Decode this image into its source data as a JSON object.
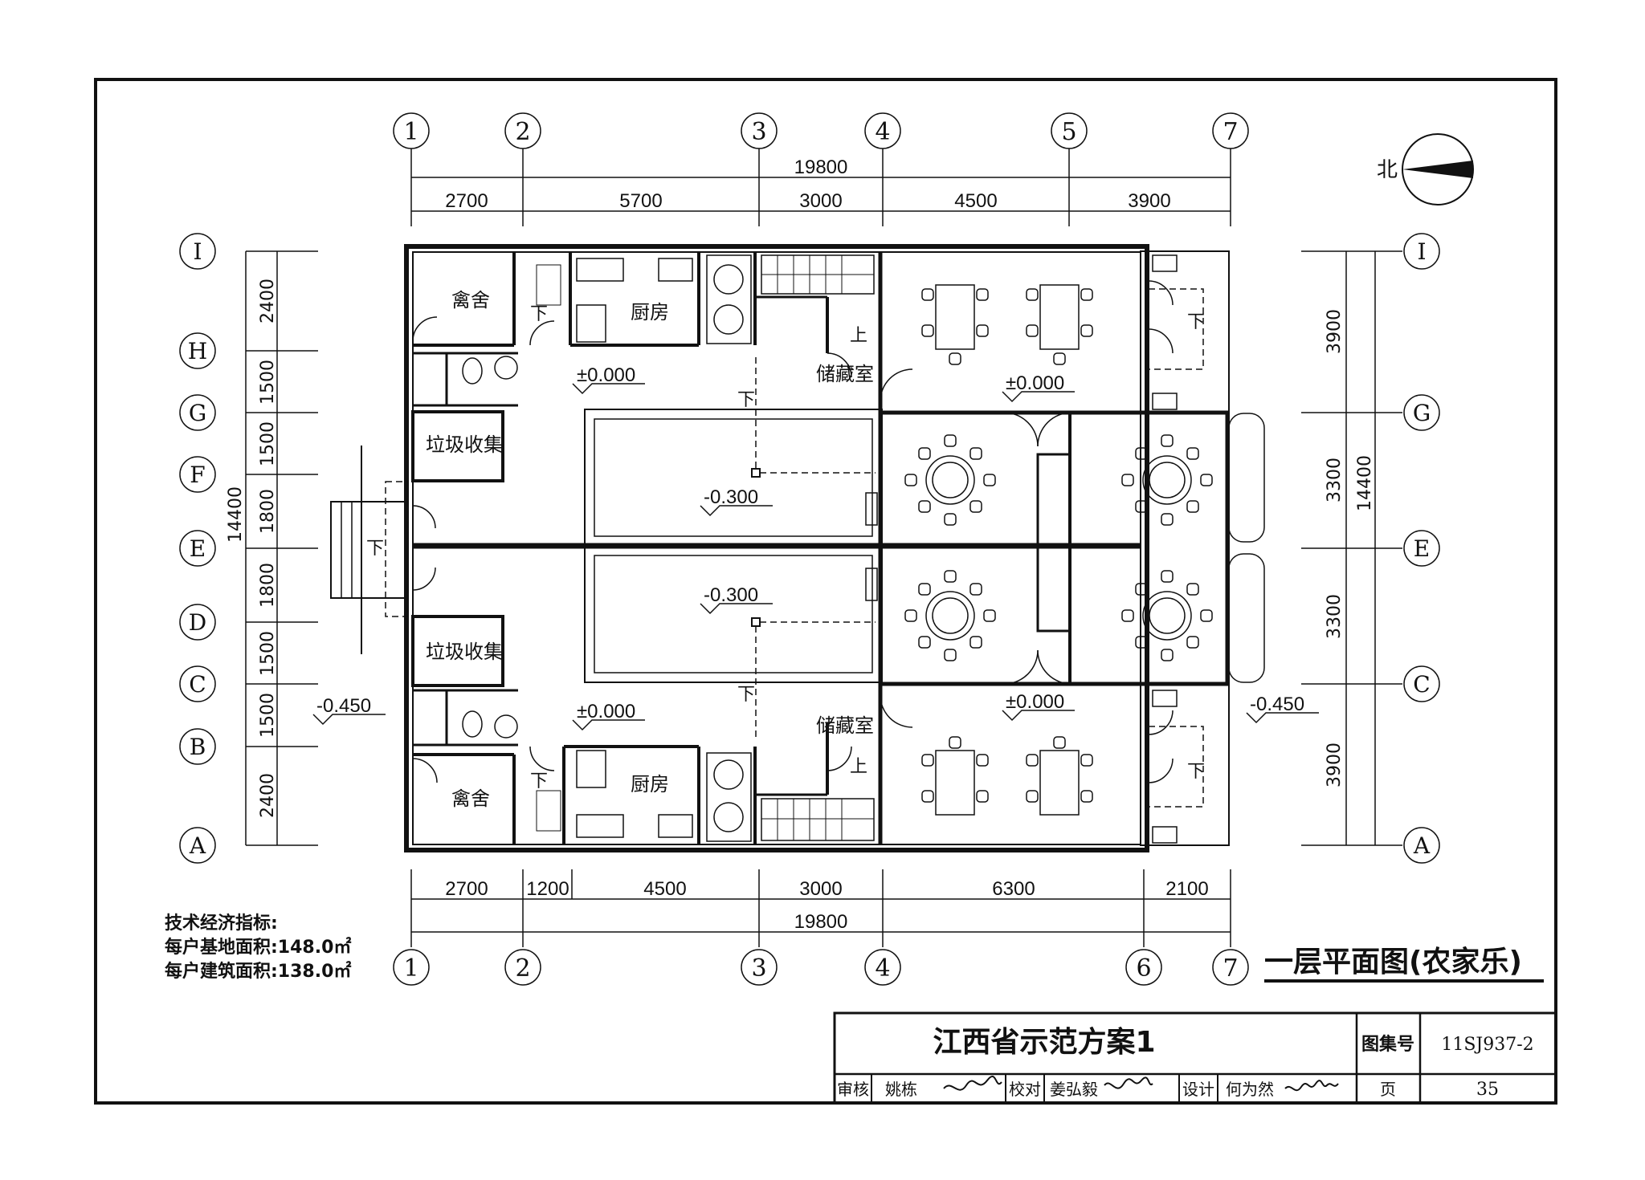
{
  "drawing": {
    "title": "一层平面图(农家乐)",
    "north_label": "北"
  },
  "axes_top": [
    "1",
    "2",
    "3",
    "4",
    "5",
    "7"
  ],
  "axes_bottom": [
    "1",
    "2",
    "3",
    "4",
    "6",
    "7"
  ],
  "axes_left": [
    "I",
    "H",
    "G",
    "F",
    "E",
    "D",
    "C",
    "B",
    "A"
  ],
  "axes_right": [
    "I",
    "G",
    "E",
    "C",
    "A"
  ],
  "dims": {
    "top_total": "19800",
    "top_segments": [
      "2700",
      "5700",
      "3000",
      "4500",
      "3900"
    ],
    "bottom_total": "19800",
    "bottom_segments": [
      "2700",
      "1200",
      "4500",
      "3000",
      "6300",
      "2100"
    ],
    "left_total": "14400",
    "left_segments": [
      "2400",
      "1500",
      "1500",
      "1800",
      "1800",
      "1500",
      "1500",
      "2400"
    ],
    "right_total": "14400",
    "right_segments": [
      "3900",
      "3300",
      "3300",
      "3900"
    ]
  },
  "rooms": {
    "poultry_house": "禽舍",
    "kitchen": "厨房",
    "storage": "储藏室",
    "garbage": "垃圾收集",
    "up": "上",
    "down": "下"
  },
  "levels": {
    "zero": "±0.000",
    "court": "-0.300",
    "outside": "-0.450"
  },
  "notes": {
    "heading": "技术经济指标:",
    "site_area": "每户基地面积:148.0㎡",
    "building_area": "每户建筑面积:138.0㎡"
  },
  "titleblock": {
    "project": "江西省示范方案1",
    "atlas_label": "图集号",
    "atlas_no": "11SJ937-2",
    "review_label": "审核",
    "reviewer": "姚栋",
    "check_label": "校对",
    "checker": "姜弘毅",
    "design_label": "设计",
    "designer": "何为然",
    "page_label": "页",
    "page_no": "35"
  }
}
